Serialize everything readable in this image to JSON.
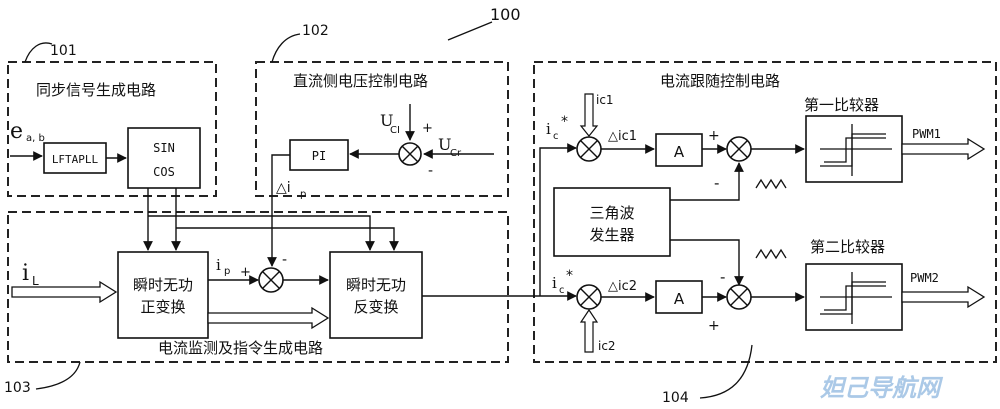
{
  "refs": {
    "overall": "100",
    "sync": "101",
    "dc": "102",
    "detect": "103",
    "follow": "104"
  },
  "titles": {
    "sync": "同步信号生成电路",
    "dc": "直流侧电压控制电路",
    "follow": "电流跟随控制电路",
    "detect": "电流监测及指令生成电路"
  },
  "blocks": {
    "lftapll": "LFTAPLL",
    "sin": "SIN",
    "cos": "COS",
    "pi": "PI",
    "fwd_1": "瞬时无功",
    "fwd_2": "正变换",
    "inv_1": "瞬时无功",
    "inv_2": "反变换",
    "tri_1": "三角波",
    "tri_2": "发生器",
    "amp_a1": "A",
    "amp_a2": "A",
    "comp1_title": "第一比较器",
    "comp2_title": "第二比较器"
  },
  "signals": {
    "e_main": "e",
    "e_sub": "a, b",
    "uci": "U",
    "uci_sub": "CI",
    "ucr": "U",
    "ucr_sub": "Cr",
    "delta_ip": "△i",
    "delta_ip_sub": "p",
    "il": "i",
    "il_sub": "L",
    "ip": "i",
    "ip_sub": "p",
    "ic_star1": "i",
    "ic_star1_sub": "c",
    "ic_star2": "i",
    "ic_star2_sub": "c",
    "star": "*",
    "ic1": "ic1",
    "ic2": "ic2",
    "dic1": "△ic1",
    "dic2": "△ic2",
    "pwm1": "PWM1",
    "pwm2": "PWM2",
    "plus": "+",
    "minus": "-"
  },
  "watermark": "妲己导航网"
}
